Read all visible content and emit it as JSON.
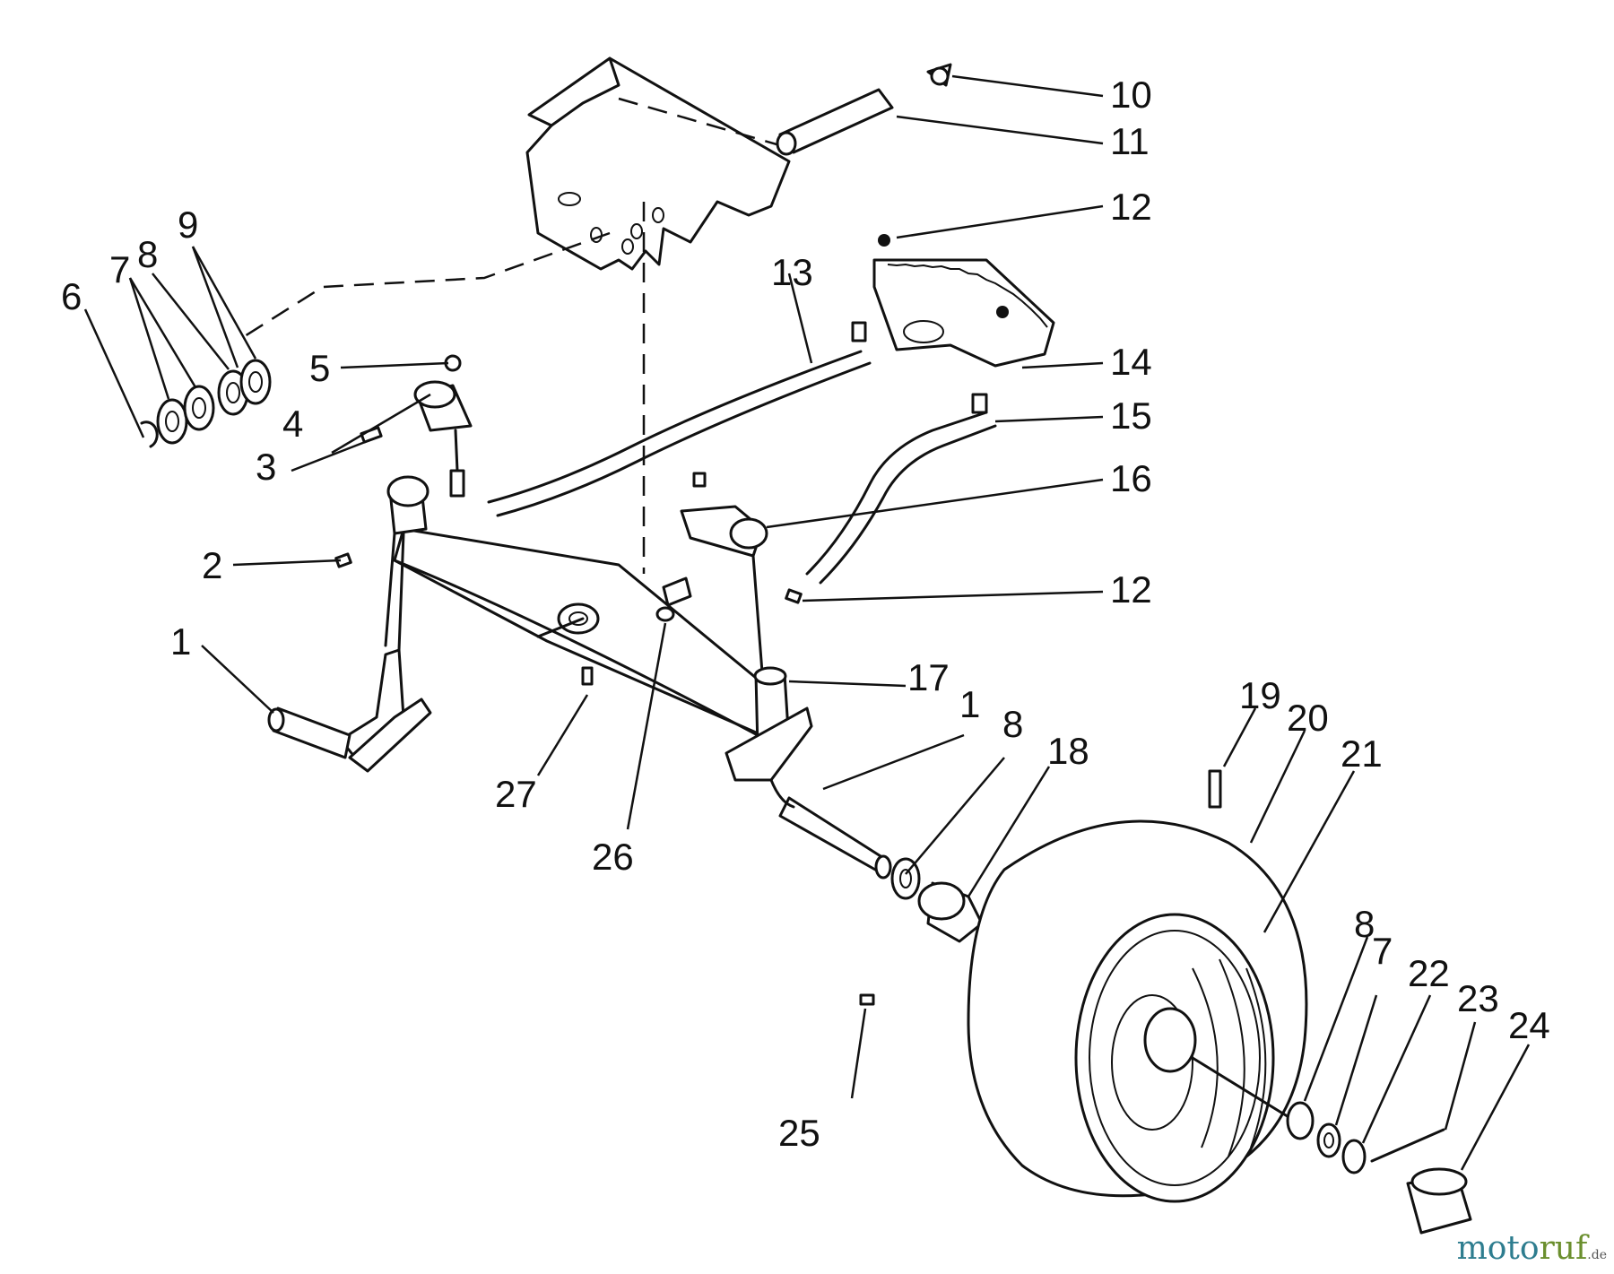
{
  "labels": {
    "c1a": "1",
    "c1b": "1",
    "c2": "2",
    "c3": "3",
    "c4": "4",
    "c5": "5",
    "c6": "6",
    "c7a": "7",
    "c7b": "7",
    "c8a": "8",
    "c8b": "8",
    "c8c": "8",
    "c9": "9",
    "c10": "10",
    "c11": "11",
    "c12a": "12",
    "c12b": "12",
    "c13": "13",
    "c14": "14",
    "c15": "15",
    "c16": "16",
    "c17": "17",
    "c18": "18",
    "c19": "19",
    "c20": "20",
    "c21": "21",
    "c22": "22",
    "c23": "23",
    "c24": "24",
    "c25": "25",
    "c26": "26",
    "c27": "27"
  },
  "watermark": {
    "part1": "moto",
    "part2": "ruf",
    "suffix": ".de"
  },
  "colors": {
    "ink": "#111111",
    "background": "#ffffff",
    "wm_teal": "#2e7d8f",
    "wm_green": "#6b8f2e"
  }
}
